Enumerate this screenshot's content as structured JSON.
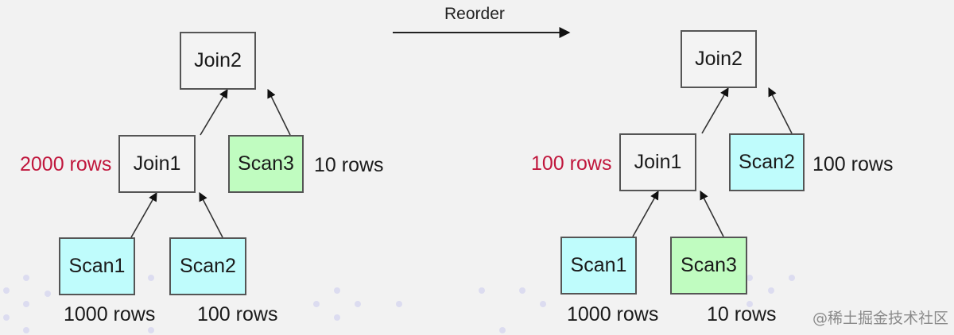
{
  "header": {
    "transition_label": "Reorder"
  },
  "colors": {
    "highlight_text": "#c0163c",
    "scan_cyan": "#bffcfc",
    "scan_green": "#c0fcc0",
    "join_fill": "#f3f3f3"
  },
  "before": {
    "nodes": {
      "join2": "Join2",
      "join1": "Join1",
      "scan1": "Scan1",
      "scan2": "Scan2",
      "scan3": "Scan3"
    },
    "labels": {
      "join1_rows": "2000 rows",
      "scan3_rows": "10 rows",
      "scan1_rows": "1000 rows",
      "scan2_rows": "100 rows"
    }
  },
  "after": {
    "nodes": {
      "join2": "Join2",
      "join1": "Join1",
      "scan1": "Scan1",
      "scan2": "Scan2",
      "scan3": "Scan3"
    },
    "labels": {
      "join1_rows": "100 rows",
      "scan2_rows": "100 rows",
      "scan1_rows": "1000 rows",
      "scan3_rows": "10 rows"
    }
  },
  "watermark": "@稀土掘金技术社区"
}
